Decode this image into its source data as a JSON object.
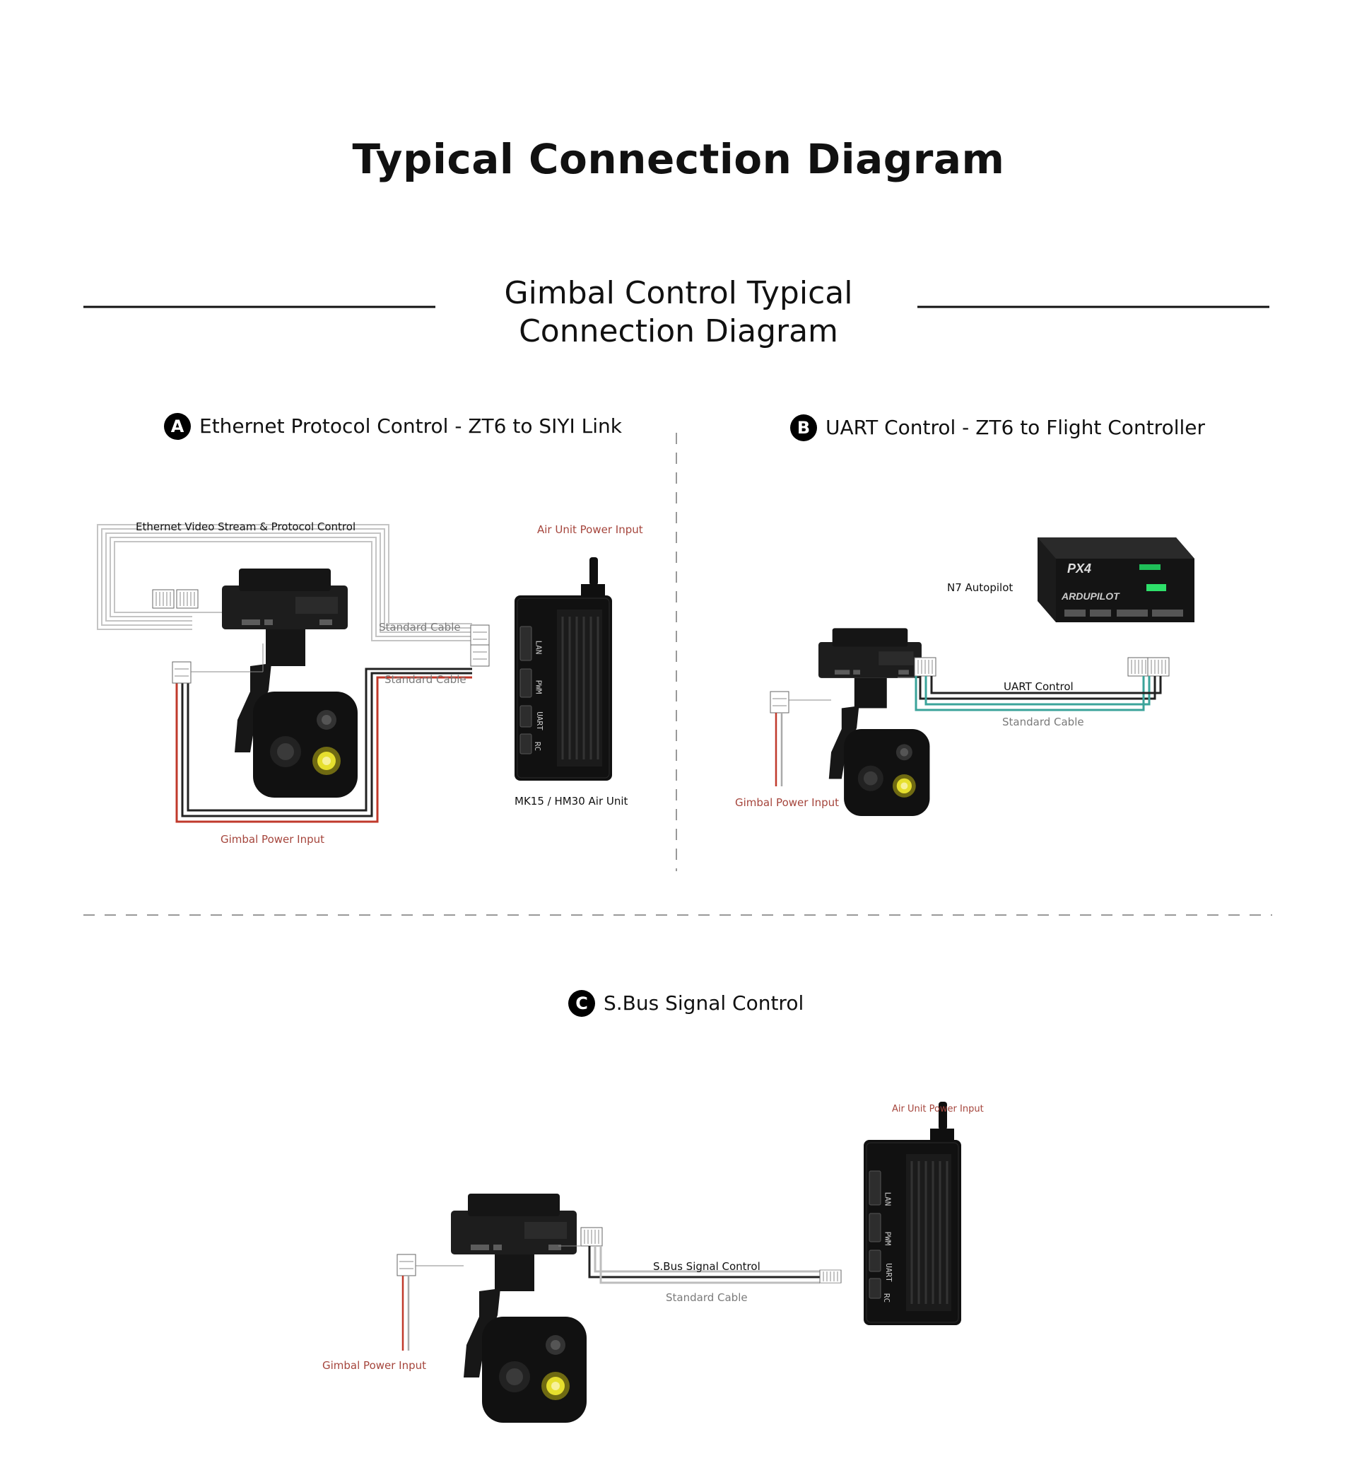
{
  "title": "Typical Connection Diagram",
  "subtitle_line1": "Gimbal Control Typical",
  "subtitle_line2": "Connection Diagram",
  "sections": {
    "a": {
      "badge": "A",
      "title": "Ethernet Protocol Control - ZT6 to SIYI Link",
      "labels": {
        "ethernet": "Ethernet Video Stream & Protocol Control",
        "air_power": "Air Unit Power Input",
        "standard_cable_1": "Standard Cable",
        "standard_cable_2": "Standard Cable",
        "air_unit": "MK15 / HM30 Air Unit",
        "gimbal_power": "Gimbal Power Input"
      },
      "ports": [
        "LAN",
        "PWM",
        "UART",
        "RC"
      ]
    },
    "b": {
      "badge": "B",
      "title": "UART Control - ZT6 to Flight Controller",
      "labels": {
        "autopilot": "N7 Autopilot",
        "uart": "UART Control",
        "standard_cable": "Standard Cable",
        "gimbal_power": "Gimbal Power Input",
        "fc_brand": "ARDUPILOT",
        "fc_logo": "PX4"
      }
    },
    "c": {
      "badge": "C",
      "title": "S.Bus Signal Control",
      "labels": {
        "air_power": "Air Unit Power Input",
        "sbus": "S.Bus Signal Control",
        "standard_cable": "Standard Cable",
        "gimbal_power": "Gimbal Power Input"
      },
      "ports": [
        "LAN",
        "PWM",
        "UART",
        "RC"
      ]
    }
  },
  "colors": {
    "power_red": "#c0392b",
    "teal": "#3aa39a",
    "label_red": "#a5453c",
    "cable_grey": "#bdbdbd"
  }
}
